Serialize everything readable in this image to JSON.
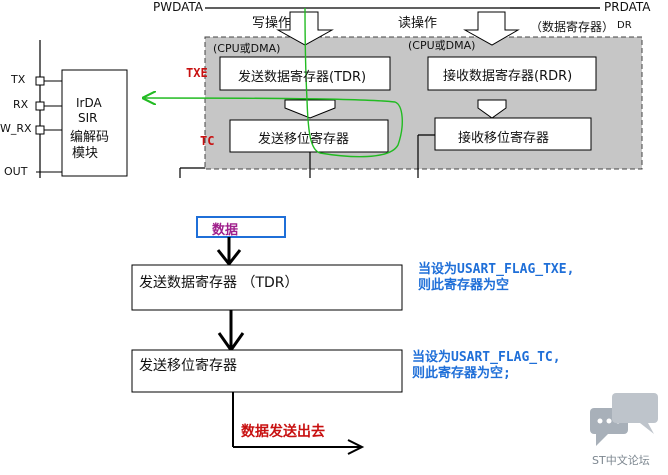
{
  "top": {
    "pwdata": "PWDATA",
    "prdata": "PRDATA",
    "write_op": "写操作",
    "read_op": "读操作",
    "read_reg_note": "（数据寄存器）",
    "dr": "DR"
  },
  "regs": {
    "cpu_dma_write": "(CPU或DMA)",
    "cpu_dma_read": "(CPU或DMA)",
    "tdr": "发送数据寄存器(TDR)",
    "rdr": "接收数据寄存器(RDR)",
    "tx_shift": "发送移位寄存器",
    "rx_shift": "接收移位寄存器"
  },
  "flags": {
    "txe": "TXE",
    "tc": "TC"
  },
  "pins": {
    "tx": "TX",
    "rx": "RX",
    "irda_rx": "W_RX",
    "out": "OUT"
  },
  "irda": {
    "line1": "IrDA",
    "line2": "SIR",
    "line3": "编解码",
    "line4": "模块"
  },
  "flow": {
    "data": "数据",
    "tdr": "发送数据寄存器 （TDR）",
    "shift": "发送移位寄存器",
    "send_out": "数据发送出去"
  },
  "notes": {
    "txe_line1": "当设为USART_FLAG_TXE,",
    "txe_line2": "则此寄存器为空",
    "tc_line1": "当设为USART_FLAG_TC,",
    "tc_line2": "则此寄存器为空;"
  },
  "watermark": "ST中文论坛",
  "colors": {
    "flag_red": "#c81010",
    "note_blue": "#1f6fd8",
    "data_purple": "#a0218c",
    "annotation_green": "#22bb22",
    "region_grey": "#c6c6c6"
  }
}
